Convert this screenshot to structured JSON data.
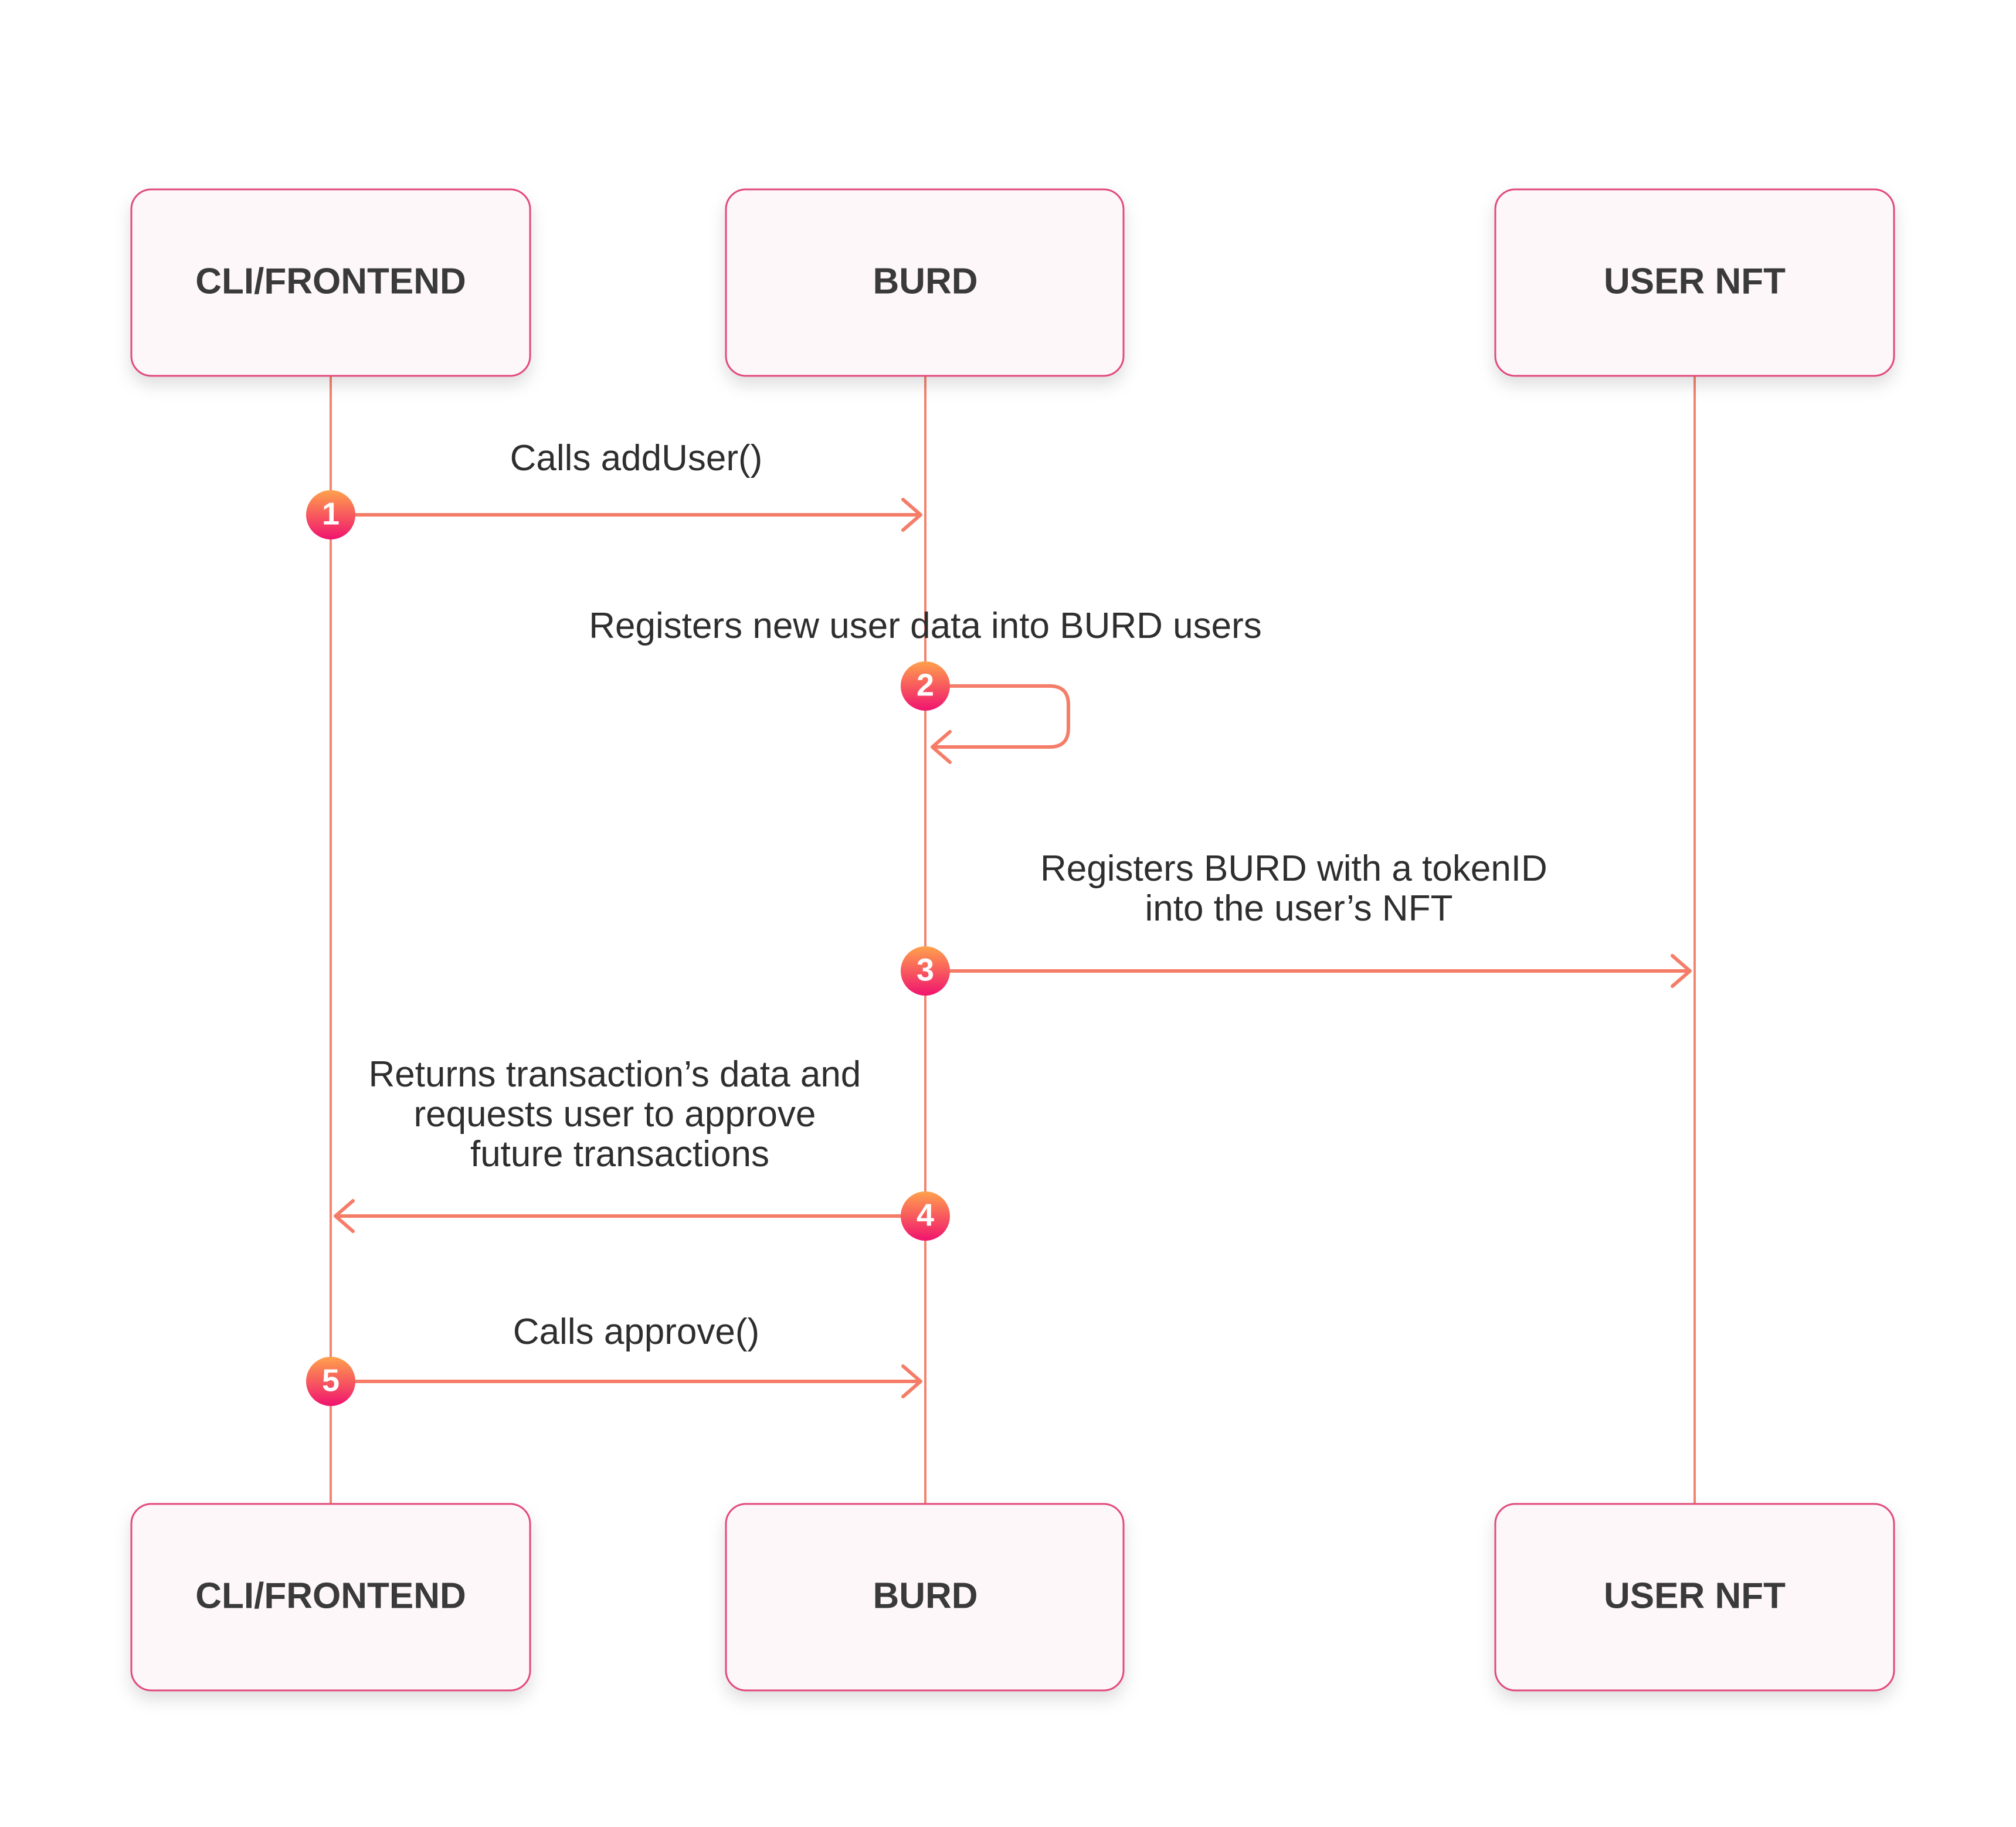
{
  "colors": {
    "box_fill": "#fdf7f9",
    "box_border": "#e2487a",
    "lifeline": "#f28570",
    "arrow": "#f57d68",
    "badge_gradient_top": "#ffa24c",
    "badge_gradient_bottom": "#f0136f",
    "text": "#2e2e2e"
  },
  "participants": [
    {
      "id": "cli",
      "label": "CLI/FRONTEND"
    },
    {
      "id": "burd",
      "label": "BURD"
    },
    {
      "id": "nft",
      "label": "USER NFT"
    }
  ],
  "messages": [
    {
      "step": "1",
      "from": "cli",
      "to": "burd",
      "label": [
        "Calls addUser()"
      ]
    },
    {
      "step": "2",
      "from": "burd",
      "to": "burd",
      "label": [
        "Registers new user data into BURD users"
      ]
    },
    {
      "step": "3",
      "from": "burd",
      "to": "nft",
      "label": [
        "Registers BURD with a tokenID",
        "into the user’s NFT"
      ]
    },
    {
      "step": "4",
      "from": "burd",
      "to": "cli",
      "label": [
        "Returns transaction’s data and",
        "requests user to approve",
        "future transactions"
      ]
    },
    {
      "step": "5",
      "from": "cli",
      "to": "burd",
      "label": [
        "Calls approve()"
      ]
    }
  ]
}
